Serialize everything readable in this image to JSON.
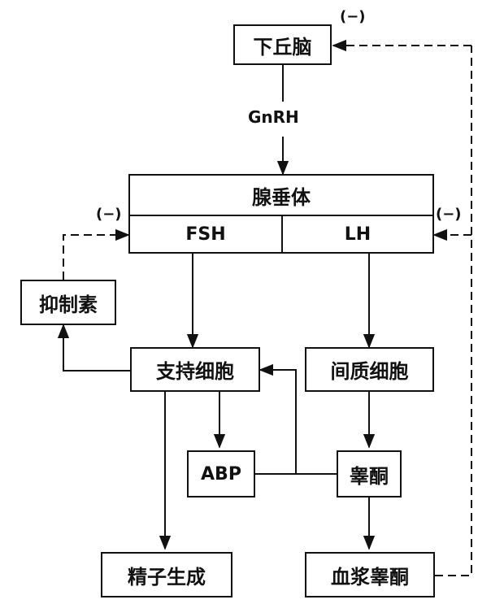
{
  "nodes": {
    "hypothalamus": "下丘脑",
    "pituitary": "腺垂体",
    "fsh": "FSH",
    "lh": "LH",
    "inhibin": "抑制素",
    "sertoli": "支持细胞",
    "leydig": "间质细胞",
    "abp": "ABP",
    "testosterone": "睾酮",
    "spermatogenesis": "精子生成",
    "plasma_testosterone": "血浆睾酮"
  },
  "labels": {
    "gnrh": "GnRH",
    "neg_top": "(−)",
    "neg_left": "(−)",
    "neg_right": "(−)"
  }
}
